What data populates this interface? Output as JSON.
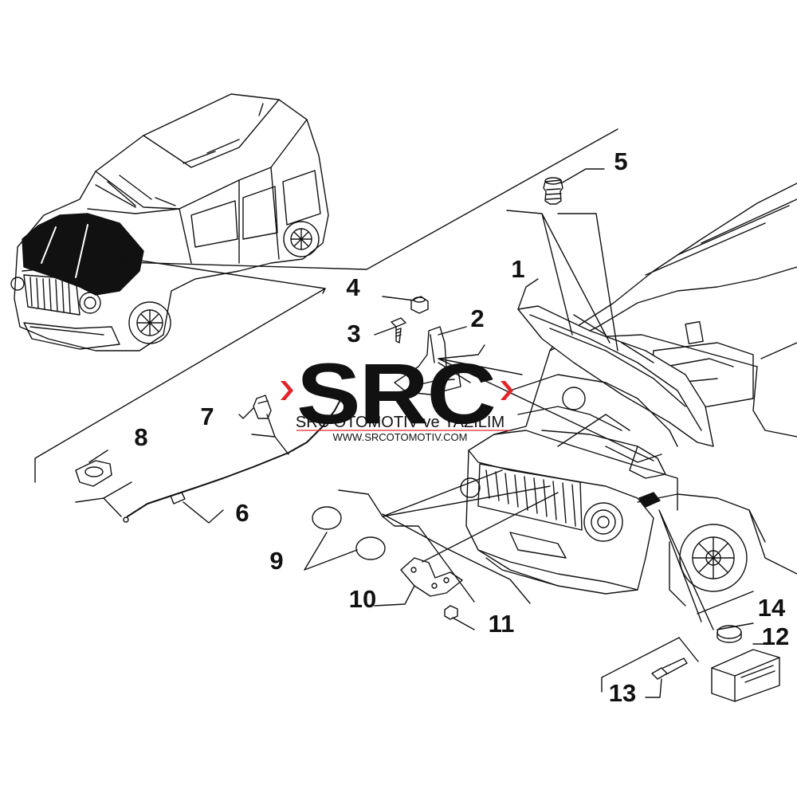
{
  "diagram": {
    "callouts": [
      "1",
      "2",
      "3",
      "4",
      "5",
      "6",
      "7",
      "8",
      "9",
      "10",
      "11",
      "12",
      "13",
      "14"
    ]
  },
  "watermark": {
    "logo": "SRC",
    "company": "SRC OTOMOTİV ve YAZILIM",
    "website": "WWW.SRCOTOMOTIV.COM",
    "accent_color": "#e0262a"
  },
  "colors": {
    "line": "#111111",
    "fill": "#ffffff"
  }
}
